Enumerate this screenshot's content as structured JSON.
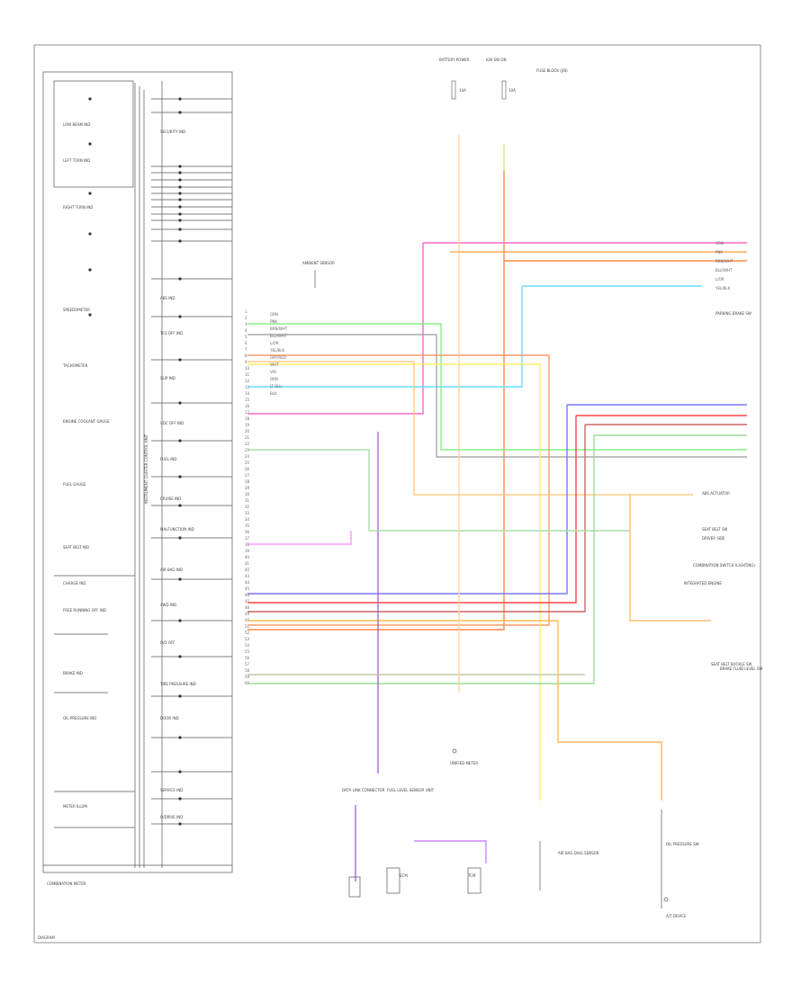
{
  "diagram": {
    "footer_left": "DIAGRAM",
    "left_panel": {
      "title": "COMBINATION METER",
      "vertical_label": "INSTRUMENT CLUSTER CONTROL UNIT",
      "items": [
        "LOW BEAM IND",
        "LEFT TURN IND",
        "RIGHT TURN IND",
        "SPEEDOMETER",
        "TACHOMETER",
        "ENGINE COOLANT GAUGE",
        "FUEL GAUGE",
        "SEAT BELT IND",
        "CHARGE IND",
        "FREE RUNNING OFF IND",
        "BRAKE IND",
        "OIL PRESSURE IND",
        "METER ILLUM"
      ]
    },
    "middle_items": [
      "SECURITY IND",
      "ABS IND",
      "TCS OFF IND",
      "SLIP IND",
      "VDC OFF IND",
      "FUEL IND",
      "CRUISE IND",
      "MALFUNCTION IND",
      "AIR BAG IND",
      "4WD IND",
      "O/D OFF",
      "TIRE PRESSURE IND",
      "DOOR IND",
      "SERVICE IND",
      "O/DRIVE IND"
    ],
    "top_fuses": [
      {
        "title": "BATTERY POWER",
        "fuse": "10A"
      },
      {
        "title": "IGN SW ON",
        "fuse": "10A"
      }
    ],
    "fuse_block_label": "FUSE BLOCK (J/B)",
    "sensor_label": "AMBIENT SENSOR",
    "wire_colors": [
      "GRN",
      "PNK",
      "BRN/WHT",
      "BLU/WHT",
      "L/OR",
      "YEL/BLK",
      "GRY/RED",
      "WHT",
      "VIO",
      "ORN",
      "LT BLU",
      "BLK"
    ],
    "right_labels": [
      "ABS ACTUATOR",
      "SEAT BELT SW",
      "DRIVER SIDE",
      "COMBINATION SWITCH (LIGHTING)",
      "PARKING BRAKE SW",
      "BRAKE FLUID LEVEL SW",
      "INTEGRATED ENGINE",
      "SEAT BELT BUCKLE SW"
    ],
    "bottom_labels": [
      "DATA LINK CONNECTOR",
      "FUEL LEVEL SENSOR UNIT",
      "ECM",
      "TCM",
      "UNIFIED METER",
      "AIR BAG DIAG SENSOR",
      "OIL PRESSURE SW",
      "A/T DEVICE"
    ]
  }
}
